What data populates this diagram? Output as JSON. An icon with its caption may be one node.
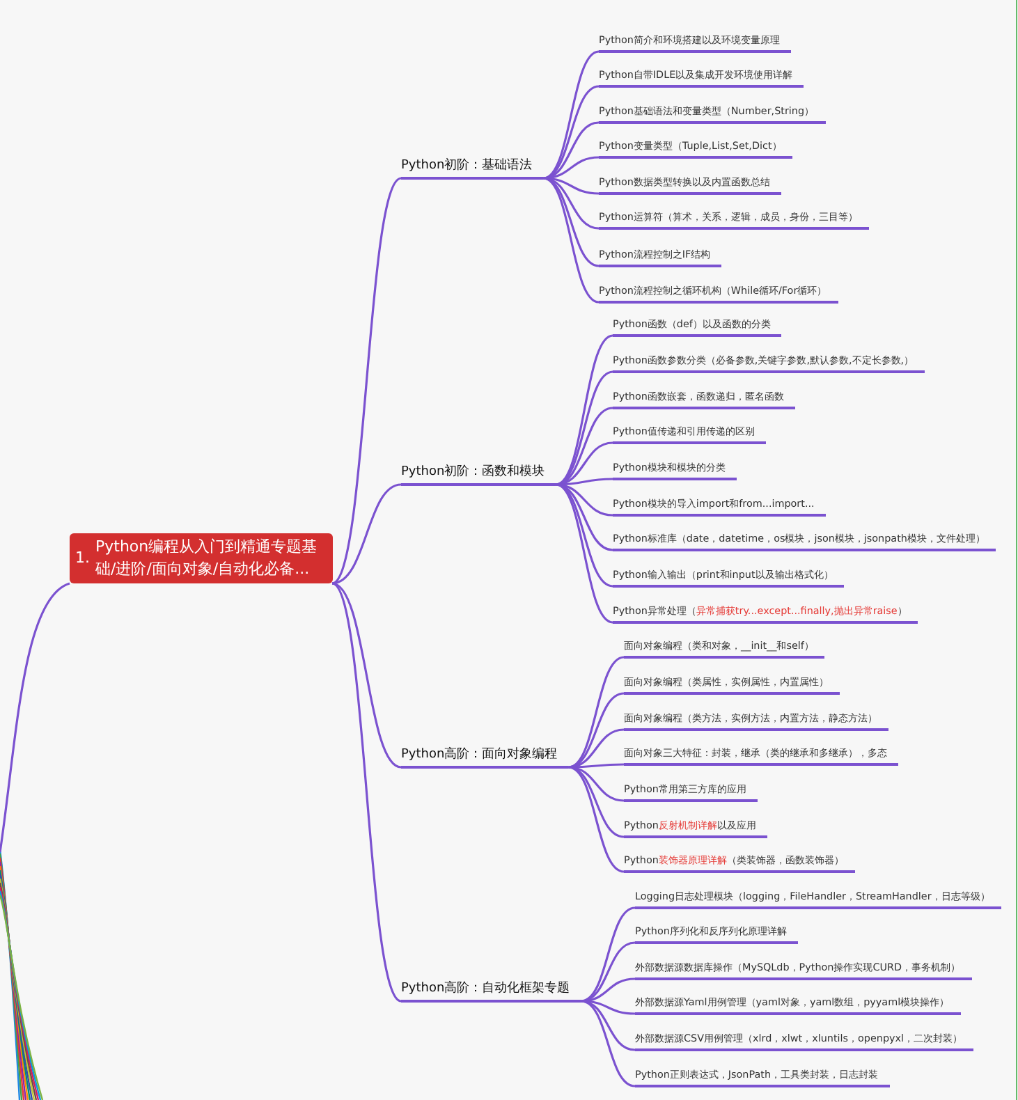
{
  "diagram": {
    "nodes": [
      {
        "text": [
          "1.",
          "Python编程从入门到精通专题基础/进阶/面向对象/自动化必备..."
        ]
      },
      {
        "text": [
          "Python初阶：基础语法"
        ]
      },
      {
        "text": [
          "Python简介和环境搭建以及环境变量原理"
        ]
      },
      {
        "text": [
          "Python自带IDLE以及集成开发环境使用详解"
        ]
      },
      {
        "text": [
          "Python基础语法和变量类型（Number,String）"
        ]
      },
      {
        "text": [
          "Python变量类型（Tuple,List,Set,Dict）"
        ]
      },
      {
        "text": [
          "Python数据类型转换以及内置函数总结"
        ]
      },
      {
        "text": [
          "Python运算符（算术，关系，逻辑，成员，身份，三目等）"
        ]
      },
      {
        "text": [
          "Python流程控制之IF结构"
        ]
      },
      {
        "text": [
          "Python流程控制之循环机构（While循环/For循环）"
        ]
      },
      {
        "text": [
          "Python初阶：函数和模块"
        ]
      },
      {
        "text": [
          "Python函数（def）以及函数的分类"
        ]
      },
      {
        "text": [
          "Python函数参数分类（必备参数,关键字参数,默认参数,不定长参数,）"
        ]
      },
      {
        "text": [
          "Python函数嵌套，函数递归，匿名函数"
        ]
      },
      {
        "text": [
          "Python值传递和引用传递的区别"
        ]
      },
      {
        "text": [
          "Python模块和模块的分类"
        ]
      },
      {
        "text": [
          "Python模块的导入import和from...import..."
        ]
      },
      {
        "text": [
          "Python标准库（date，datetime，os模块，json模块，jsonpath模块，文件处理）"
        ]
      },
      {
        "text": [
          "Python输入输出（print和input以及输出格式化）"
        ]
      },
      {
        "text": [
          "Python异常处理（**异常捕获try...except...finally,抛出异常raise**）"
        ]
      },
      {
        "text": [
          "Python高阶：面向对象编程"
        ]
      },
      {
        "text": [
          "面向对象编程（类和对象，__init__和self）"
        ]
      },
      {
        "text": [
          "面向对象编程（类属性，实例属性，内置属性）"
        ]
      },
      {
        "text": [
          "面向对象编程（类方法，实例方法，内置方法，静态方法）"
        ]
      },
      {
        "text": [
          "面向对象三大特征：封装，继承（类的继承和多继承），多态"
        ]
      },
      {
        "text": [
          "Python常用第三方库的应用"
        ]
      },
      {
        "text": [
          "Python**反射机制详解**以及应用"
        ]
      },
      {
        "text": [
          "Python**装饰器原理详解**（类装饰器，函数装饰器）"
        ]
      },
      {
        "text": [
          "Python高阶：自动化框架专题"
        ]
      },
      {
        "text": [
          "Logging日志处理模块（logging，FileHandler，StreamHandler，日志等级）"
        ]
      },
      {
        "text": [
          "Python序列化和反序列化原理详解"
        ]
      },
      {
        "text": [
          "外部数据源数据库操作（MySQLdb，Python操作实现CURD，事务机制）"
        ]
      },
      {
        "text": [
          "外部数据源Yaml用例管理（yaml对象，yaml数组，pyyaml模块操作）"
        ]
      },
      {
        "text": [
          "外部数据源CSV用例管理（xlrd，xlwt，xluntils，openpyxl，二次封装）"
        ]
      },
      {
        "text": [
          "Python正则表达式，JsonPath，工具类封装，日志封装"
        ]
      }
    ],
    "edges": [
      {
        "from": null,
        "to": 0,
        "arrow": "none"
      },
      {
        "from": 0,
        "to": 1,
        "arrow": "none"
      },
      {
        "from": 0,
        "to": 10,
        "arrow": "none"
      },
      {
        "from": 0,
        "to": 20,
        "arrow": "none"
      },
      {
        "from": 0,
        "to": 28,
        "arrow": "none"
      },
      {
        "from": 1,
        "to": 2,
        "arrow": "none"
      },
      {
        "from": 1,
        "to": 3,
        "arrow": "none"
      },
      {
        "from": 1,
        "to": 4,
        "arrow": "none"
      },
      {
        "from": 1,
        "to": 5,
        "arrow": "none"
      },
      {
        "from": 1,
        "to": 6,
        "arrow": "none"
      },
      {
        "from": 1,
        "to": 7,
        "arrow": "none"
      },
      {
        "from": 1,
        "to": 8,
        "arrow": "none"
      },
      {
        "from": 1,
        "to": 9,
        "arrow": "none"
      },
      {
        "from": 10,
        "to": 11,
        "arrow": "none"
      },
      {
        "from": 10,
        "to": 12,
        "arrow": "none"
      },
      {
        "from": 10,
        "to": 13,
        "arrow": "none"
      },
      {
        "from": 10,
        "to": 14,
        "arrow": "none"
      },
      {
        "from": 10,
        "to": 15,
        "arrow": "none"
      },
      {
        "from": 10,
        "to": 16,
        "arrow": "none"
      },
      {
        "from": 10,
        "to": 17,
        "arrow": "none"
      },
      {
        "from": 10,
        "to": 18,
        "arrow": "none"
      },
      {
        "from": 10,
        "to": 19,
        "arrow": "none"
      },
      {
        "from": 20,
        "to": 21,
        "arrow": "none"
      },
      {
        "from": 20,
        "to": 22,
        "arrow": "none"
      },
      {
        "from": 20,
        "to": 23,
        "arrow": "none"
      },
      {
        "from": 20,
        "to": 24,
        "arrow": "none"
      },
      {
        "from": 20,
        "to": 25,
        "arrow": "none"
      },
      {
        "from": 20,
        "to": 26,
        "arrow": "none"
      },
      {
        "from": 20,
        "to": 27,
        "arrow": "none"
      },
      {
        "from": 28,
        "to": 29,
        "arrow": "none"
      },
      {
        "from": 28,
        "to": 30,
        "arrow": "none"
      },
      {
        "from": 28,
        "to": 31,
        "arrow": "none"
      },
      {
        "from": 28,
        "to": 32,
        "arrow": "none"
      },
      {
        "from": 28,
        "to": 33,
        "arrow": "none"
      },
      {
        "from": 28,
        "to": 34,
        "arrow": "none"
      }
    ]
  }
}
